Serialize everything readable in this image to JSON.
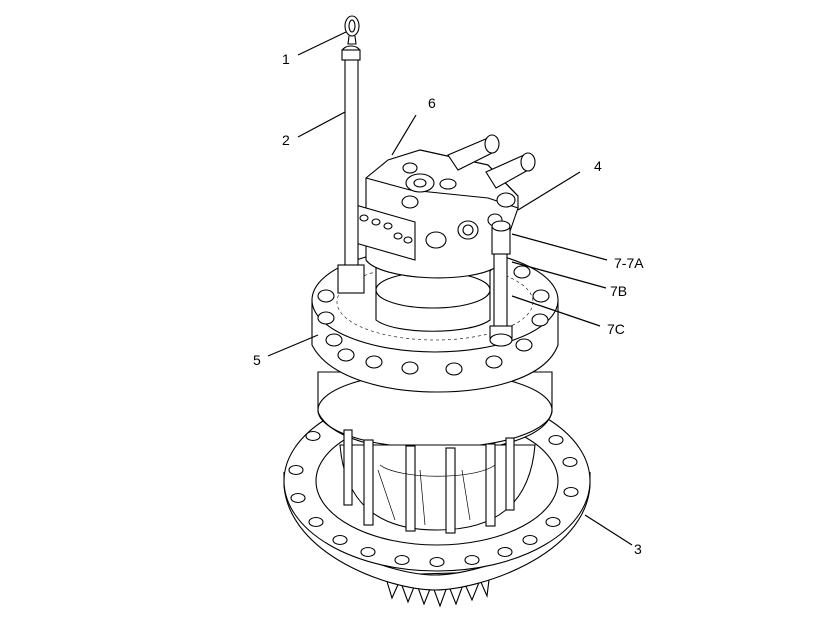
{
  "diagram": {
    "callouts": [
      {
        "id": "c1",
        "label": "1"
      },
      {
        "id": "c2",
        "label": "2"
      },
      {
        "id": "c3",
        "label": "3"
      },
      {
        "id": "c4",
        "label": "4"
      },
      {
        "id": "c5",
        "label": "5"
      },
      {
        "id": "c6",
        "label": "6"
      },
      {
        "id": "c7a",
        "label": "7-7A"
      },
      {
        "id": "c7b",
        "label": "7B"
      },
      {
        "id": "c7c",
        "label": "7C"
      }
    ]
  }
}
